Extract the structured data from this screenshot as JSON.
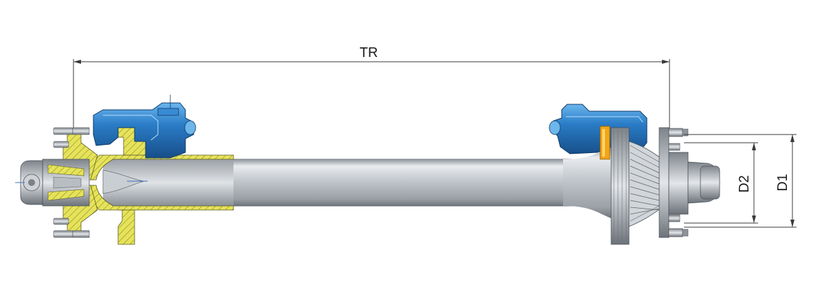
{
  "dimensions": {
    "track": "TR",
    "flange_bolt_circle": "D2",
    "flange_outer": "D1"
  },
  "colors": {
    "brake_caliper": "#1f6fb8",
    "caliper_highlight": "#5aa9e6",
    "axle_tube": "#b7bcc2",
    "section_hatch": "#e6e35a",
    "brake_pad": "#f2a516",
    "dimension_line": "#3a3a3a"
  }
}
